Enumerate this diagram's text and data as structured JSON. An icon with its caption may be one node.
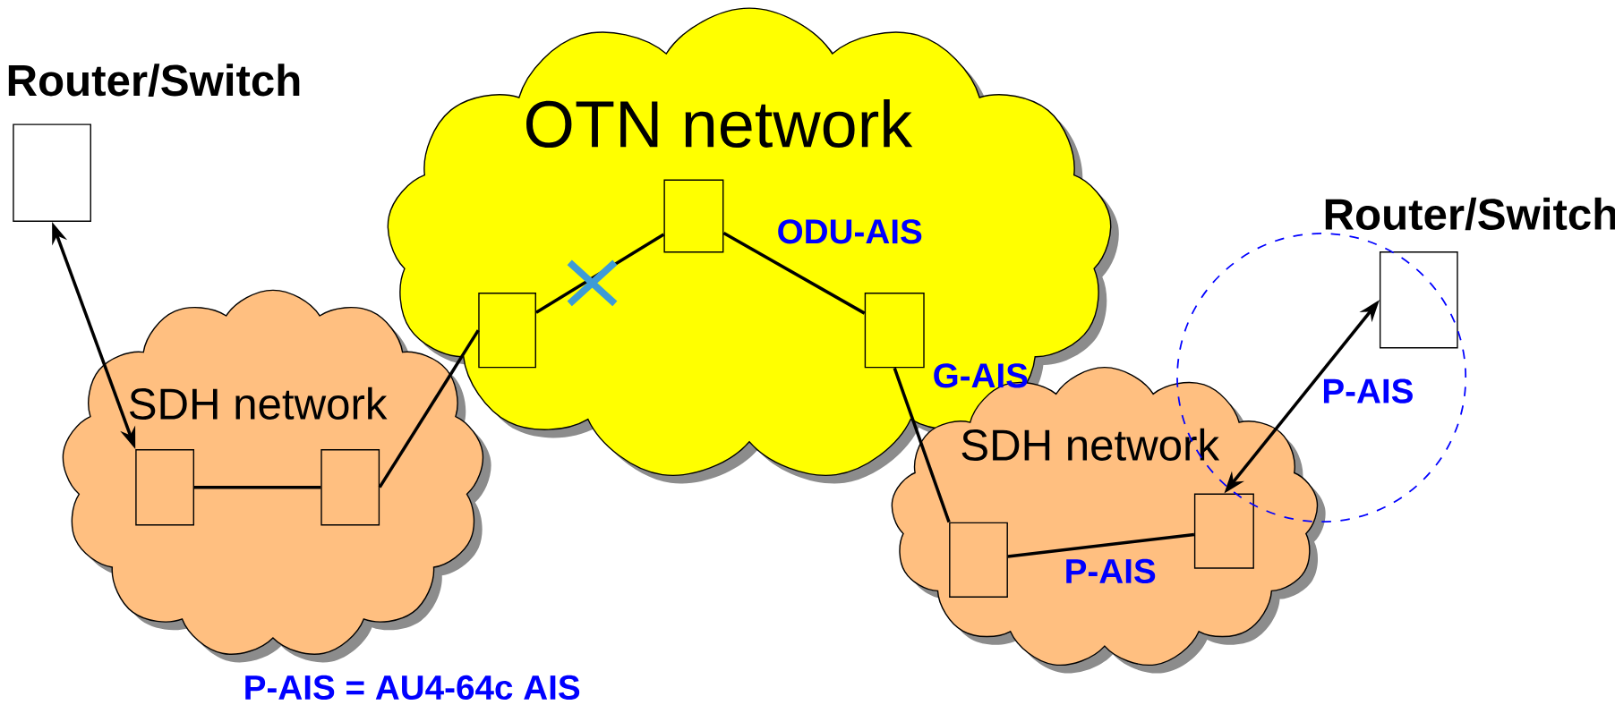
{
  "diagram": {
    "nodes": [
      {
        "text": [
          "OTN network"
        ]
      },
      {
        "text": [
          "SDH network"
        ]
      },
      {
        "text": [
          "SDH network"
        ]
      },
      {
        "text": [
          "Router/Switch"
        ]
      },
      {
        "text": [],
        "shape": "box",
        "in": 1
      },
      {
        "text": [],
        "shape": "box",
        "in": 1
      },
      {
        "text": [],
        "shape": "box",
        "in": 0
      },
      {
        "text": [],
        "shape": "box",
        "in": 0
      },
      {
        "text": [],
        "shape": "box",
        "in": 0
      },
      {
        "text": [],
        "shape": "box",
        "in": 2
      },
      {
        "text": [],
        "shape": "box",
        "in": 2
      },
      {
        "text": [
          "Router/Switch"
        ]
      }
    ],
    "edges": [
      {
        "from": 3,
        "to": 4,
        "arrow": "both"
      },
      {
        "from": 4,
        "to": 5,
        "arrow": "none"
      },
      {
        "from": 5,
        "to": 6,
        "arrow": "none"
      },
      {
        "from": 6,
        "to": 7,
        "arrow": "none"
      },
      {
        "from": 7,
        "to": 8,
        "arrow": "none",
        "label": "ODU-AIS"
      },
      {
        "from": 8,
        "to": 9,
        "arrow": "none",
        "label": "G-AIS"
      },
      {
        "from": 9,
        "to": 10,
        "arrow": "none",
        "label": "P-AIS"
      },
      {
        "from": 10,
        "to": 11,
        "arrow": "both",
        "label": "P-AIS"
      }
    ],
    "labels": [
      "P-AIS = AU4-64c AIS"
    ]
  }
}
